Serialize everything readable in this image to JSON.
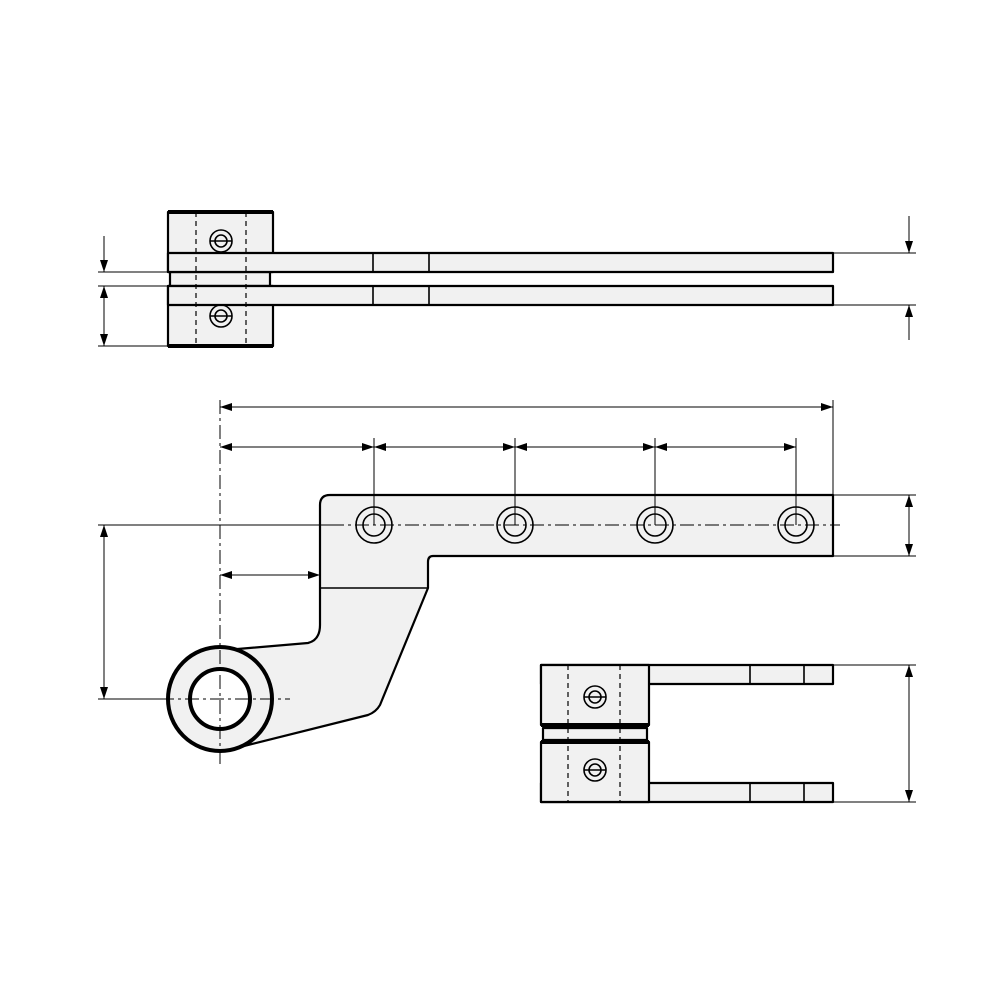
{
  "drawing": {
    "views": [
      "top-view",
      "front-view",
      "side-view"
    ],
    "colors": {
      "line": "#000000",
      "part_fill": "#f1f1f1",
      "background": "#ffffff"
    },
    "mounting_holes": 4,
    "dimensions_labeled": false
  }
}
